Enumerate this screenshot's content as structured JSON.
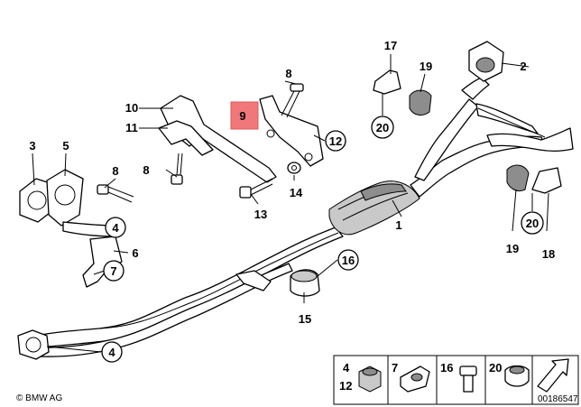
{
  "callouts": {
    "n1": "1",
    "n2": "2",
    "n3": "3",
    "n4a": "4",
    "n4b": "4",
    "n5": "5",
    "n6": "6",
    "n7": "7",
    "n8a": "8",
    "n8b": "8",
    "n8c": "8",
    "n9": "9",
    "n10": "10",
    "n11": "11",
    "n12": "12",
    "n13": "13",
    "n14": "14",
    "n15": "15",
    "n16": "16",
    "n17": "17",
    "n18": "18",
    "n19a": "19",
    "n19b": "19",
    "n20a": "20",
    "n20b": "20"
  },
  "legend": {
    "l4": "4",
    "l12": "12",
    "l7": "7",
    "l16": "16",
    "l20": "20"
  },
  "footer": {
    "brand": "© BMW AG",
    "diagram_id": "00186547"
  },
  "colors": {
    "highlight": "#f1787a",
    "line": "#000000"
  }
}
